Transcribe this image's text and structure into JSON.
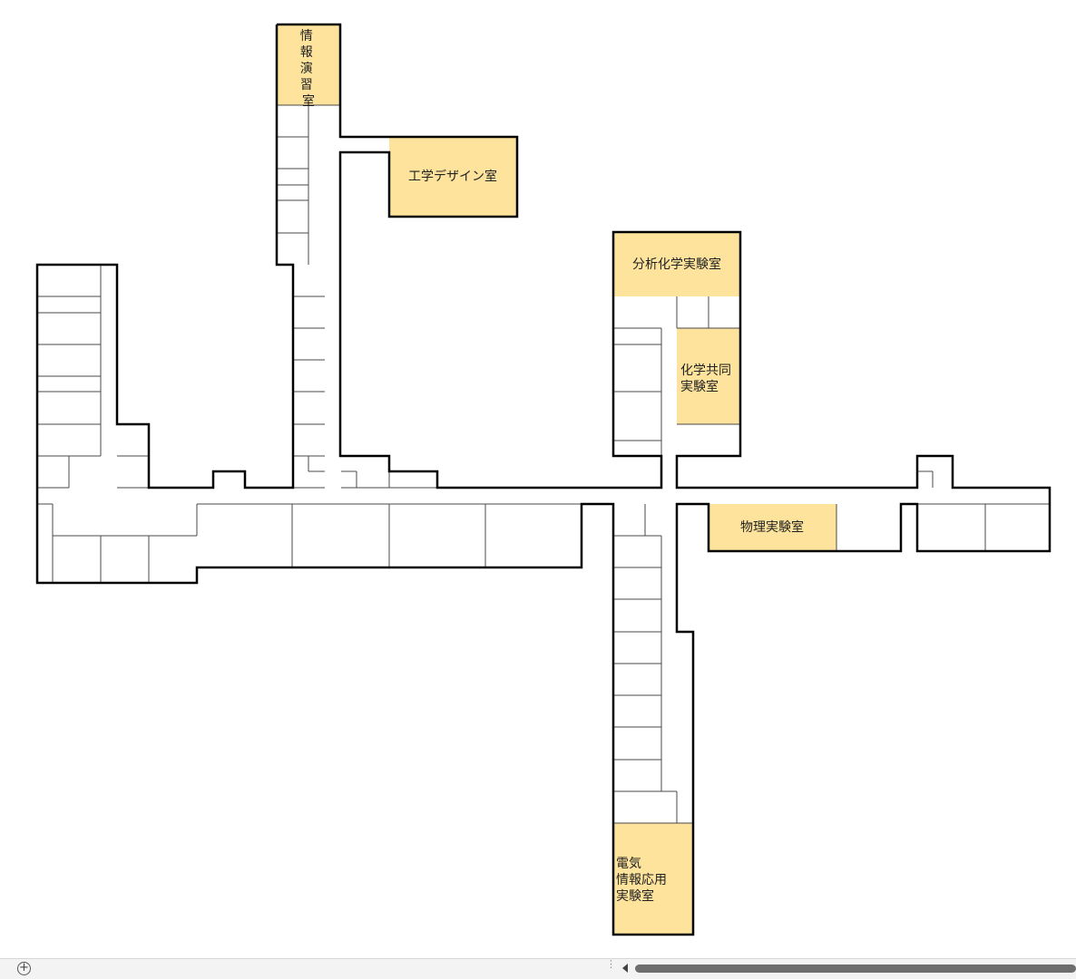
{
  "rooms": {
    "info_exercise": {
      "label": "情報演習室",
      "lines": [
        "情",
        "報",
        "演",
        "習",
        "室"
      ]
    },
    "eng_design": {
      "label": "工学デザイン室"
    },
    "analytical_chem": {
      "label": "分析化学実験室"
    },
    "chem_joint": {
      "label": "化学共同実験室",
      "lines": [
        "化学共同",
        "実験室"
      ]
    },
    "physics": {
      "label": "物理実験室"
    },
    "elec_info": {
      "label": "電気情報応用実験室",
      "lines": [
        "電気",
        "情報応用",
        "実験室"
      ]
    }
  },
  "colors": {
    "highlight": "#fde39c",
    "wall": "#000000",
    "partition": "#4a4a4a"
  },
  "bottom_bar": {
    "add_icon": "plus-circle-icon",
    "add_symbol": "+",
    "grip_icon": "vertical-dots-icon",
    "grip_symbol": "⋮",
    "scroll_left_icon": "triangle-left-icon"
  }
}
